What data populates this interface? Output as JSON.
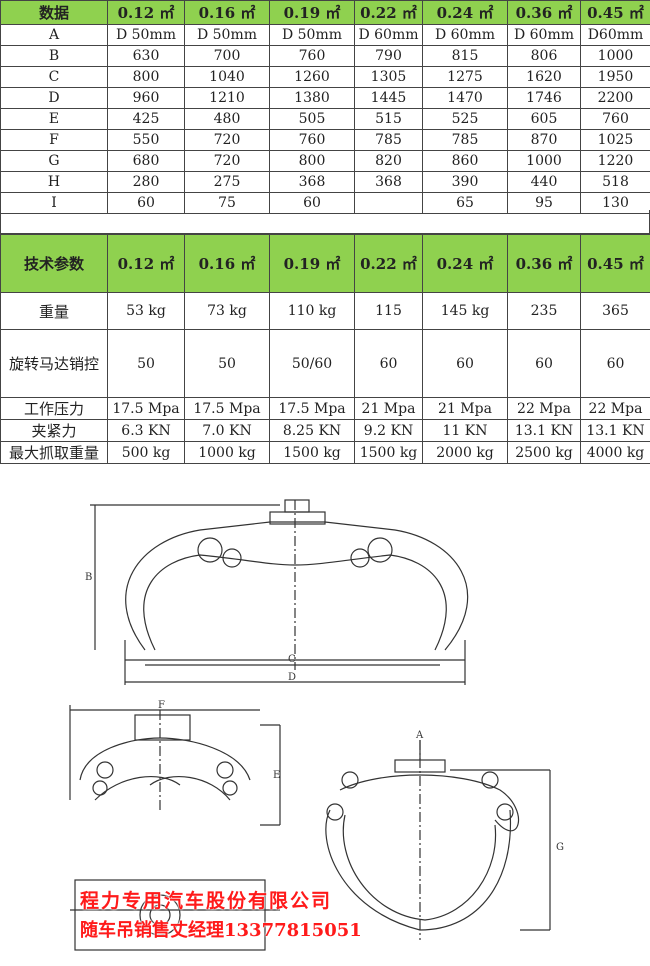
{
  "dims_table": {
    "header": [
      "数据",
      "0.12 ㎡",
      "0.16 ㎡",
      "0.19 ㎡",
      "0.22 ㎡",
      "0.24 ㎡",
      "0.36 ㎡",
      "0.45 ㎡"
    ],
    "rows": [
      [
        "A",
        "D 50mm",
        "D 50mm",
        "D 50mm",
        "D 60mm",
        "D 60mm",
        "D 60mm",
        "D60mm"
      ],
      [
        "B",
        "630",
        "700",
        "760",
        "790",
        "815",
        "806",
        "1000"
      ],
      [
        "C",
        "800",
        "1040",
        "1260",
        "1305",
        "1275",
        "1620",
        "1950"
      ],
      [
        "D",
        "960",
        "1210",
        "1380",
        "1445",
        "1470",
        "1746",
        "2200"
      ],
      [
        "E",
        "425",
        "480",
        "505",
        "515",
        "525",
        "605",
        "760"
      ],
      [
        "F",
        "550",
        "720",
        "760",
        "785",
        "785",
        "870",
        "1025"
      ],
      [
        "G",
        "680",
        "720",
        "800",
        "820",
        "860",
        "1000",
        "1220"
      ],
      [
        "H",
        "280",
        "275",
        "368",
        "368",
        "390",
        "440",
        "518"
      ],
      [
        "I",
        "60",
        "75",
        "60",
        "",
        "65",
        "95",
        "130"
      ]
    ]
  },
  "spec_table": {
    "header": [
      "技术参数",
      "0.12 ㎡",
      "0.16 ㎡",
      "0.19 ㎡",
      "0.22 ㎡",
      "0.24 ㎡",
      "0.36 ㎡",
      "0.45 ㎡"
    ],
    "rows": [
      [
        "重量",
        "53 kg",
        "73 kg",
        "110 kg",
        "115",
        "145 kg",
        "235",
        "365"
      ],
      [
        "旋转马达销控",
        "50",
        "50",
        "50/60",
        "60",
        "60",
        "60",
        "60"
      ],
      [
        "工作压力",
        "17.5 Mpa",
        "17.5 Mpa",
        "17.5 Mpa",
        "21 Mpa",
        "21 Mpa",
        "22 Mpa",
        "22 Mpa"
      ],
      [
        "夹紧力",
        "6.3 KN",
        "7.0 KN",
        "8.25 KN",
        "9.2 KN",
        "11 KN",
        "13.1 KN",
        "13.1 KN"
      ],
      [
        "最大抓取重量",
        "500 kg",
        "1000 kg",
        "1500 kg",
        "1500 kg",
        "2000 kg",
        "2500 kg",
        "4000 kg"
      ]
    ]
  },
  "diagram": {
    "labels": {
      "A": "A",
      "B": "B",
      "C": "C",
      "D": "D",
      "E": "E",
      "F": "F",
      "G": "G"
    }
  },
  "watermark": {
    "company": "程力专用汽车股份有限公司",
    "contact": "随车吊销售丈经理13377815051"
  }
}
